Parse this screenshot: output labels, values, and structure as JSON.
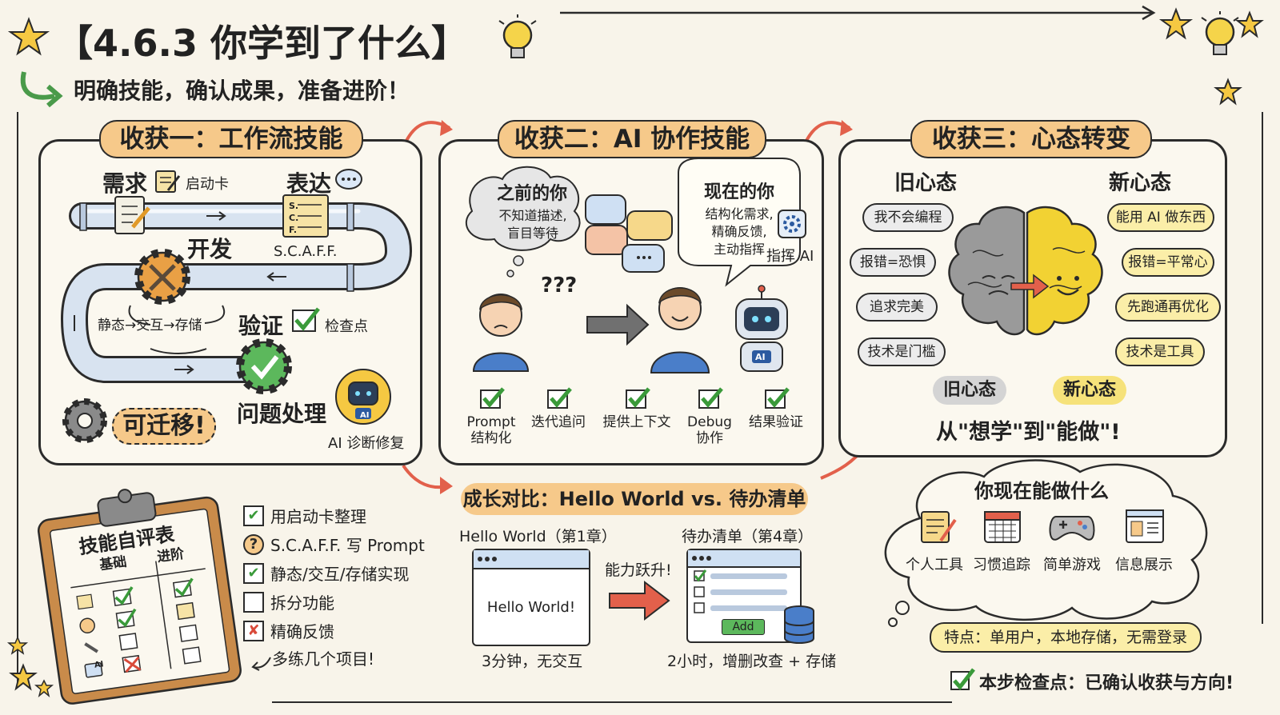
{
  "title": "【4.6.3 你学到了什么】",
  "subtitle": "明确技能，确认成果，准备进阶！",
  "panel1": {
    "header": "收获一：工作流技能",
    "need": "需求",
    "card": "启动卡",
    "express": "表达",
    "scaff_letters": [
      "S.",
      "C.",
      "F."
    ],
    "scaff": "S.C.A.F.F.",
    "develop": "开发",
    "cycle": "静态→交互→存储",
    "verify": "验证",
    "checkpoint": "检查点",
    "problem": "问题处理",
    "ai_badge": "AI",
    "ai_fix": "AI 诊断修复",
    "transfer": "可迁移!"
  },
  "panel2": {
    "header": "收获二：AI 协作技能",
    "before_title": "之前的你",
    "before_lines": [
      "不知道描述,",
      "盲目等待"
    ],
    "now_title": "现在的你",
    "now_lines": [
      "结构化需求,",
      "精确反馈,",
      "主动指挥"
    ],
    "command_ai": "指挥 AI",
    "question": "???",
    "robot_badge": "AI",
    "skills": [
      {
        "l1": "Prompt",
        "l2": "结构化"
      },
      {
        "l1": "迭代追问",
        "l2": ""
      },
      {
        "l1": "提供上下文",
        "l2": ""
      },
      {
        "l1": "Debug",
        "l2": "协作"
      },
      {
        "l1": "结果验证",
        "l2": ""
      }
    ]
  },
  "panel3": {
    "header": "收获三：心态转变",
    "old_title": "旧心态",
    "new_title": "新心态",
    "old_items": [
      "我不会编程",
      "报错=恐惧",
      "追求完美",
      "技术是门槛"
    ],
    "new_items": [
      "能用 AI 做东西",
      "报错=平常心",
      "先跑通再优化",
      "技术是工具"
    ],
    "old_label": "旧心态",
    "new_label": "新心态",
    "slogan": "从\"想学\"到\"能做\"!"
  },
  "checklist": {
    "board_title": "技能自评表",
    "col_basic": "基础",
    "col_adv": "进阶",
    "row_badge": "AI",
    "items": [
      {
        "mark": "✔",
        "text": "用启动卡整理",
        "color": "#3a9a3a"
      },
      {
        "mark": "?",
        "text": "S.C.A.F.F. 写 Prompt",
        "color": "#e19a28"
      },
      {
        "mark": "✔",
        "text": "静态/交互/存储实现",
        "color": "#3a9a3a"
      },
      {
        "mark": "",
        "text": "拆分功能",
        "color": "#2b2b2b"
      },
      {
        "mark": "✘",
        "text": "精确反馈",
        "color": "#d94a3a"
      }
    ],
    "note": "多练几个项目!"
  },
  "growth": {
    "header": "成长对比：Hello World vs. 待办清单",
    "left_title": "Hello World（第1章）",
    "left_content": "Hello World!",
    "left_caption": "3分钟，无交互",
    "jump": "能力跃升!",
    "right_title": "待办清单（第4章）",
    "add_button": "Add",
    "right_caption": "2小时，增删改查 + 存储"
  },
  "cloud": {
    "title": "你现在能做什么",
    "items": [
      "个人工具",
      "习惯追踪",
      "简单游戏",
      "信息展示"
    ],
    "feature": "特点：单用户，本地存储，无需登录"
  },
  "footer": "本步检查点：已确认收获与方向!",
  "colors": {
    "pill": "#f6c98a",
    "check": "#3a9a3a",
    "arrow": "#e2604b",
    "brain_old": "#9a9a9a",
    "brain_new": "#f2d233"
  }
}
